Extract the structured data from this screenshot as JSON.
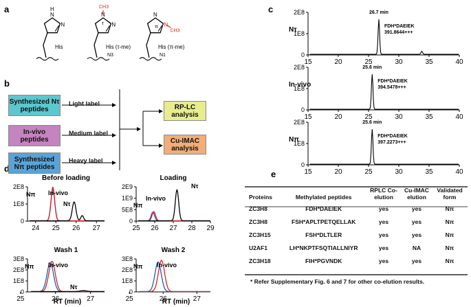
{
  "panel_labels": {
    "a": "a",
    "b": "b",
    "c": "c",
    "d": "d",
    "e": "e"
  },
  "panel_a": {
    "molecules": [
      {
        "label": "His",
        "sublabel": ""
      },
      {
        "label": "His (τ-me)",
        "sublabel": "N3",
        "methyl": "CH3",
        "atom_label": "τ"
      },
      {
        "label": "His (π-me)",
        "sublabel": "N1",
        "methyl": "CH3",
        "atom_label": "π"
      }
    ],
    "atom_h": "H",
    "atom_n": "N"
  },
  "panel_b": {
    "inputs": [
      {
        "label": "Synthesized Nτ peptides",
        "arrow": "Light label",
        "color": "#5cc7cf"
      },
      {
        "label": "In-vivo peptides",
        "arrow": "Medium label",
        "color": "#c583bf"
      },
      {
        "label": "Synthesized Nπ peptides",
        "arrow": "Heavy label",
        "color": "#5aa3d8"
      }
    ],
    "outputs": [
      {
        "label": "RP-LC analysis",
        "color": "#e7ec8f"
      },
      {
        "label": "Cu-IMAC analysis",
        "color": "#f2ad78"
      }
    ]
  },
  "panel_c": {
    "chart_data": {
      "type": "line",
      "xlim": [
        15,
        40
      ],
      "xticks": [
        15,
        20,
        25,
        30,
        35,
        40
      ],
      "ylim": [
        0,
        200000000.0
      ],
      "ytick_labels": [
        "0",
        "1E8",
        "2E8"
      ],
      "traces": [
        {
          "name": "Nτ",
          "peak_label": "26.7 min",
          "peak_x": 26.7,
          "annotation": [
            "FDH*DAEIEK",
            "391.8644+++"
          ]
        },
        {
          "name": "In-vivo",
          "peak_label": "25.6 min",
          "peak_x": 25.6,
          "annotation": [
            "FDH*DAEIEK",
            "394.5478+++"
          ]
        },
        {
          "name": "Nπ",
          "peak_label": "25.6 min",
          "peak_x": 25.6,
          "annotation": [
            "FDH*DAEIEK",
            "397.2273+++"
          ]
        }
      ]
    }
  },
  "panel_d": {
    "xlabel": "RT (min)",
    "chart_data": [
      {
        "title": "Before loading",
        "xticks": [
          24,
          25,
          26,
          27
        ],
        "ytick_labels": [
          "0",
          "1E8",
          "2E8"
        ],
        "labels": [
          "Nπ",
          "In-vivo",
          "Nτ"
        ]
      },
      {
        "title": "Loading",
        "xticks": [
          25,
          26,
          27,
          28,
          29
        ],
        "ytick_labels": [
          "0",
          "5E8",
          "1E9",
          "2E9"
        ],
        "labels": [
          "Nπ",
          "In-vivo",
          "Nτ"
        ]
      },
      {
        "title": "Wash 1",
        "xticks": [
          25,
          26,
          27
        ],
        "ytick_labels": [
          "0",
          "1E8",
          "2E8",
          "3E8"
        ],
        "labels": [
          "Nπ",
          "In-vivo",
          "Nτ"
        ]
      },
      {
        "title": "Wash 2",
        "xticks": [
          25,
          26,
          27
        ],
        "ytick_labels": [
          "0",
          "1E8",
          "2E8",
          "3E8"
        ],
        "labels": [
          "Nπ",
          "In-vivo"
        ]
      }
    ]
  },
  "panel_e": {
    "headers": [
      "Proteins",
      "Methylated peptides",
      "RPLC Co-elution",
      "Cu-IMAC elution",
      "Validated form"
    ],
    "rows": [
      [
        "ZC3H8",
        "FDH*DAEIEK",
        "yes",
        "yes",
        "Nπ"
      ],
      [
        "ZC3H8",
        "FSH*APLTPETQELLAK",
        "yes",
        "yes",
        "Nπ"
      ],
      [
        "ZC3H15",
        "FSH*DLTLER",
        "yes",
        "yes",
        "Nπ"
      ],
      [
        "U2AF1",
        "LH*NKPTFSQTIALLNIYR",
        "yes",
        "NA",
        "Nπ"
      ],
      [
        "ZC3H18",
        "FIH*PGVNDK",
        "yes",
        "yes",
        "Nπ"
      ]
    ],
    "footnote": "* Refer Supplementary Fig. 6 and 7 for other co-elution results."
  }
}
